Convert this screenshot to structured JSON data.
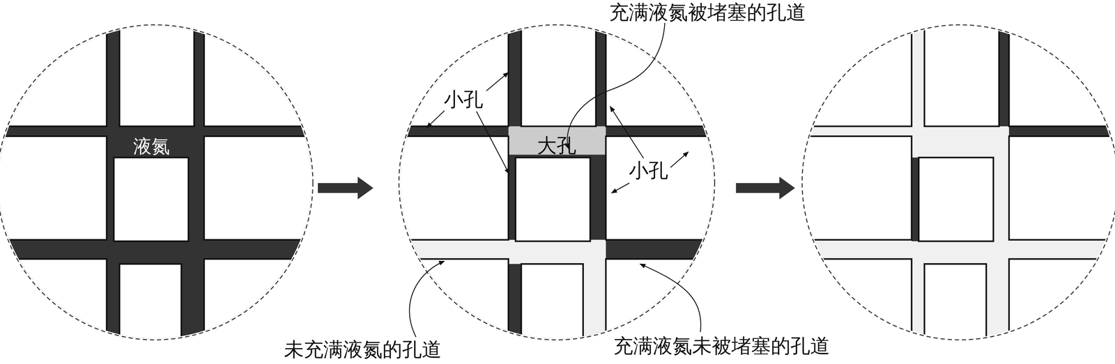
{
  "diagram": {
    "labels": [
      "充满液氮被堵塞的孔道",
      "液氮",
      "小孔",
      "大孔",
      "小孔",
      "未充满液氮的孔道",
      "充满液氮未被堵塞的孔道"
    ]
  }
}
